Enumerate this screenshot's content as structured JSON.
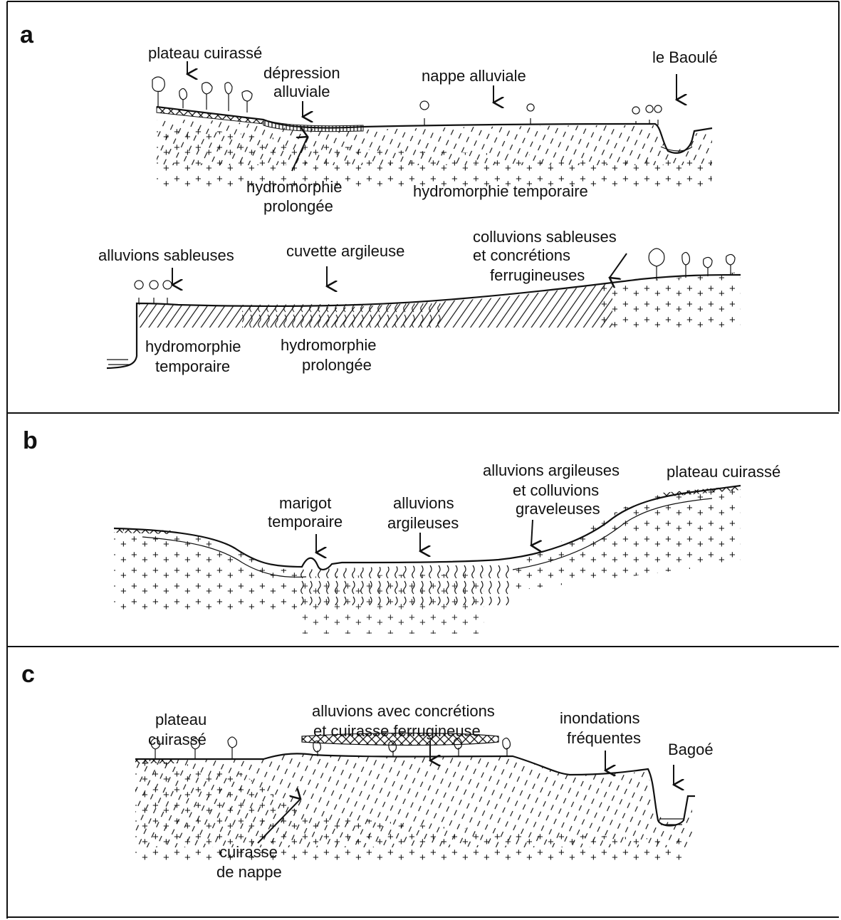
{
  "panels": [
    {
      "letter": "a",
      "labels": {
        "plateau": "plateau cuirassé",
        "depression_1": "dépression",
        "depression_2": "alluviale",
        "nappe": "nappe alluviale",
        "baoule": "le Baoulé",
        "hydro_prol_1": "hydromorphie",
        "hydro_prol_2": "prolongée",
        "hydro_temp": "hydromorphie temporaire",
        "alluvions_sab": "alluvions sableuses",
        "cuvette": "cuvette argileuse",
        "colluvions_1": "colluvions sableuses",
        "colluvions_2": "et concrétions",
        "colluvions_3": "ferrugineuses",
        "hydro_temp2_1": "hydromorphie",
        "hydro_temp2_2": "temporaire",
        "hydro_prol2_1": "hydromorphie",
        "hydro_prol2_2": "prolongée"
      }
    },
    {
      "letter": "b",
      "labels": {
        "marigot_1": "marigot",
        "marigot_2": "temporaire",
        "alluvions_arg_1": "alluvions",
        "alluvions_arg_2": "argileuses",
        "alluvions_coll_1": "alluvions argileuses",
        "alluvions_coll_2": "et colluvions",
        "alluvions_coll_3": "graveleuses",
        "plateau": "plateau cuirassé"
      }
    },
    {
      "letter": "c",
      "labels": {
        "plateau_1": "plateau",
        "plateau_2": "cuirassé",
        "alluvions_1": "alluvions avec concrétions",
        "alluvions_2": "et cuirasse ferrugineuse",
        "inondations_1": "inondations",
        "inondations_2": "fréquentes",
        "bagoe": "Bagoé",
        "cuirasse_1": "cuirasse",
        "cuirasse_2": "de nappe"
      }
    }
  ]
}
